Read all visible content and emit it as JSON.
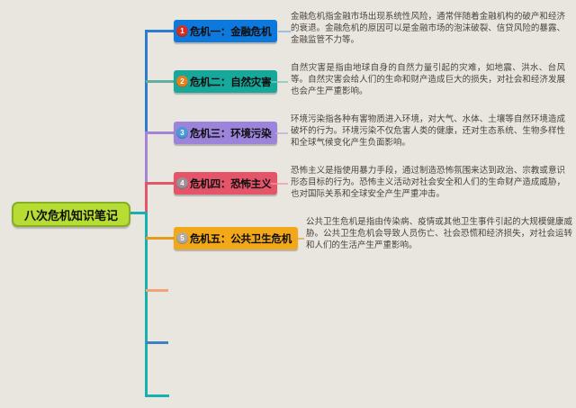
{
  "page": {
    "background_color": "#e9e6df",
    "title": "八次危机知识笔记思维导图"
  },
  "root": {
    "label": "八次危机知识笔记",
    "bg_color": "#b7dc33",
    "border_color": "#86ae27",
    "connector_color": "#17b0b0"
  },
  "branches": [
    {
      "label": "危机一：金融危机",
      "description": "金融危机指金融市场出现系统性风险，通常伴随着金融机构的破产和经济的衰退。金融危机的原因可以是金融市场的泡沫破裂、信贷风险的暴露、金融监管不力等。",
      "node_bg": "#0d79dd",
      "icon_name": "priority-1-badge",
      "icon_number": "1",
      "icon_color": "#d63024",
      "branch_color": "#2b7ccc",
      "note_line_color": "#85b4d6"
    },
    {
      "label": "危机二：自然灾害",
      "description": "自然灾害是指由地球自身的自然力量引起的灾难，如地震、洪水、台风等。自然灾害会给人们的生命和财产造成巨大的损失，对社会和经济发展也会产生严重影响。",
      "node_bg": "#16a89a",
      "icon_name": "priority-2-badge",
      "icon_number": "2",
      "icon_color": "#e2821f",
      "branch_color": "#5fae9f",
      "note_line_color": "#83c2b7"
    },
    {
      "label": "危机三：环境污染",
      "description": "环境污染指各种有害物质进入环境，对大气、水体、土壤等自然环境造成破坏的行为。环境污染不仅危害人类的健康，还对生态系统、生物多样性和全球气候变化产生负面影响。",
      "node_bg": "#9b84da",
      "icon_name": "priority-3-badge",
      "icon_number": "3",
      "icon_color": "#4a9ad9",
      "branch_color": "#a384d8",
      "note_line_color": "#bcaae2"
    },
    {
      "label": "危机四：恐怖主义",
      "description": "恐怖主义是指使用暴力手段，通过制造恐怖氛围来达到政治、宗教或意识形态目标的行为。恐怖主义活动对社会安全和人们的生命财产造成威胁，也对国际关系和全球安全产生严重冲击。",
      "node_bg": "#e4556a",
      "icon_name": "priority-4-badge",
      "icon_number": "4",
      "icon_color": "#9e9098",
      "branch_color": "#e4556a",
      "note_line_color": "#ec9aa6"
    },
    {
      "label": "危机五：公共卫生危机",
      "description": "公共卫生危机是指由传染病、疫情或其他卫生事件引起的大规模健康威胁。公共卫生危机会导致人员伤亡、社会恐慌和经济损失，对社会运转和人们的生活产生严重影响。",
      "node_bg": "#f2a818",
      "icon_name": "priority-5-badge",
      "icon_number": "5",
      "icon_color": "#b3aba3",
      "branch_color": "#e39c1c",
      "note_line_color": "#e8a33c"
    }
  ],
  "trunk": {
    "segment_colors": {
      "top_blue": "#2b7ccc",
      "mid_purple": "#a384d8",
      "mid_crimson": "#e4556a",
      "lower_teal": "#17b0b0"
    },
    "collapsed_branch_colors": [
      "#f0a478",
      "#3f7fc6",
      "#17b0b0"
    ]
  }
}
